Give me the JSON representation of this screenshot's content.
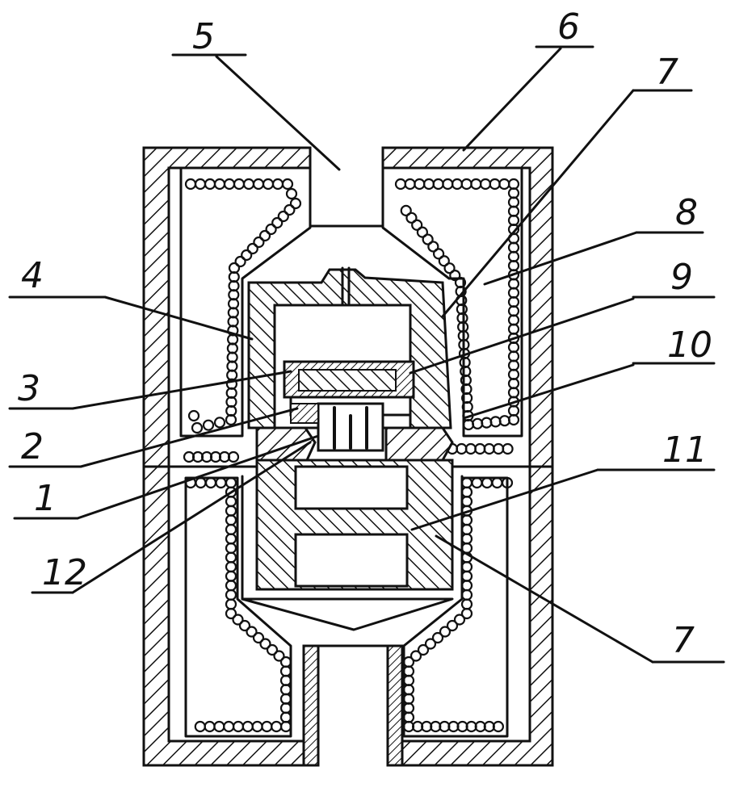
{
  "figure": {
    "labels": [
      "1",
      "2",
      "3",
      "4",
      "5",
      "6",
      "7",
      "8",
      "9",
      "10",
      "11",
      "12",
      "7"
    ]
  },
  "colors": {
    "ink": "#111111",
    "paper": "#ffffff"
  }
}
